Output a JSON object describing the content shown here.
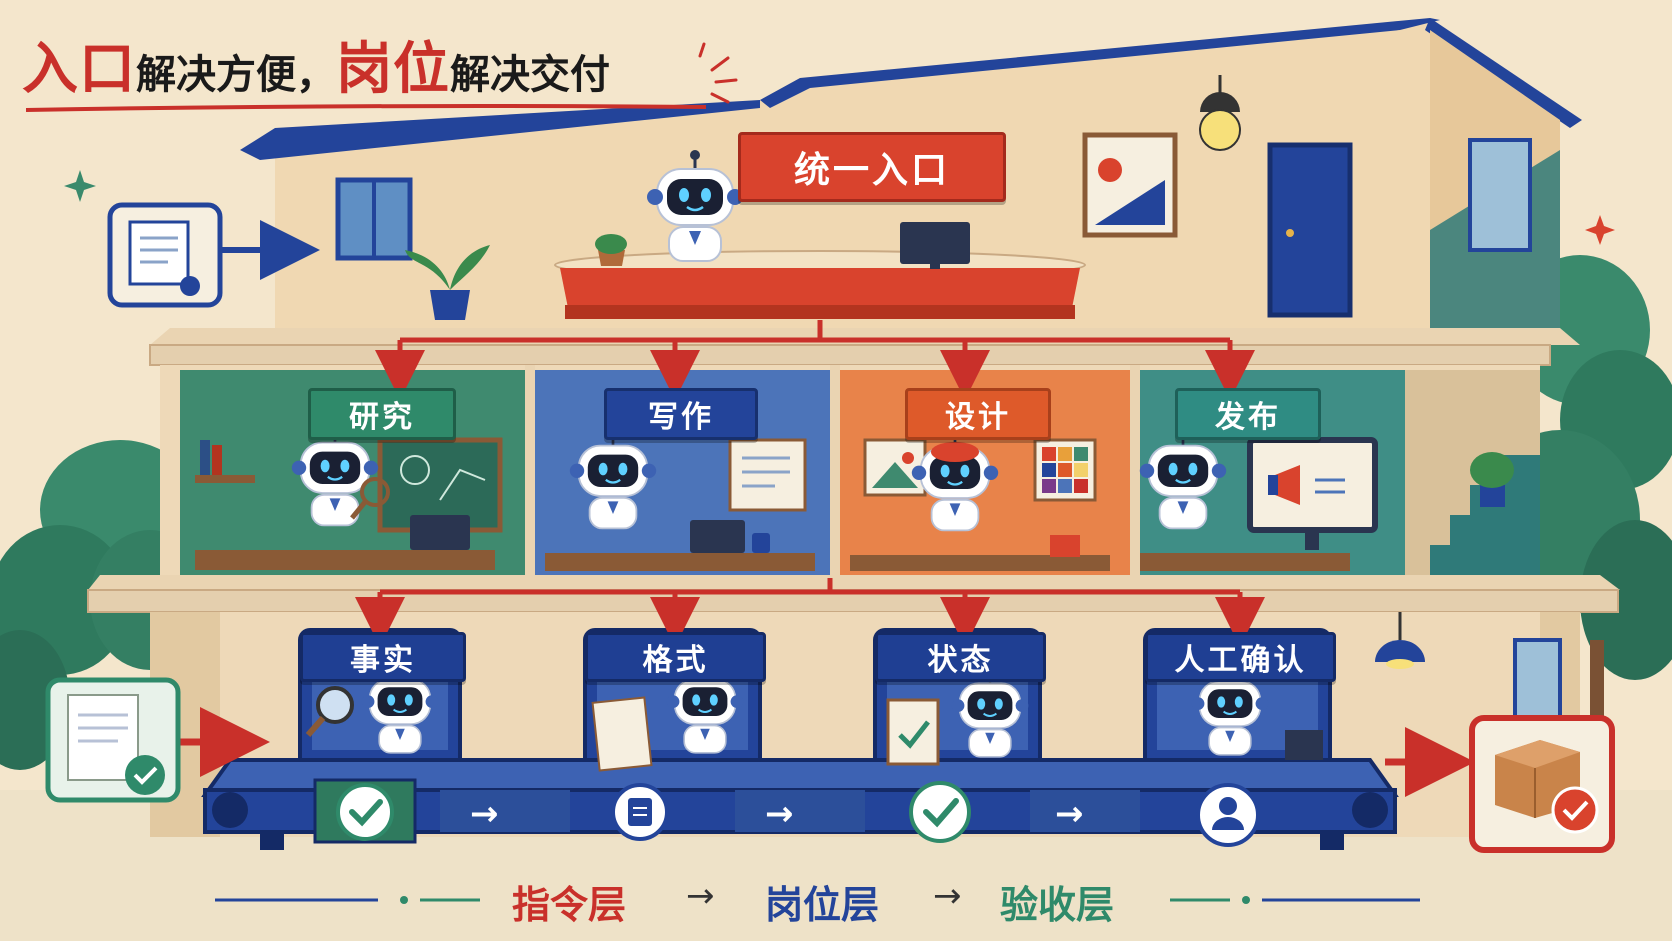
{
  "title": {
    "part1_big": "入口",
    "part1_small": "解决方便，",
    "part2_big": "岗位",
    "part2_small": "解决交付"
  },
  "entrance": {
    "label": "统一入口"
  },
  "roles": [
    {
      "label": "研究",
      "color": "#2f8a6a"
    },
    {
      "label": "写作",
      "color": "#23449a"
    },
    {
      "label": "设计",
      "color": "#de5a2a"
    },
    {
      "label": "发布",
      "color": "#2f8c83"
    }
  ],
  "checks": [
    {
      "label": "事实"
    },
    {
      "label": "格式"
    },
    {
      "label": "状态"
    },
    {
      "label": "人工确认"
    }
  ],
  "legend": {
    "layer1": "指令层",
    "layer2": "岗位层",
    "layer3": "验收层",
    "arrow": "→"
  },
  "colors": {
    "accent_red": "#d9432d",
    "navy": "#1f3f93",
    "green": "#2f8a6a",
    "background": "#f4e6cc"
  },
  "icons": [
    "document-icon",
    "robot-icon",
    "magnifier-icon",
    "checkmark-icon",
    "clipboard-icon",
    "user-icon",
    "package-icon",
    "megaphone-icon",
    "lamp-icon",
    "plant-icon",
    "tree-icon",
    "sparkle-icon"
  ]
}
